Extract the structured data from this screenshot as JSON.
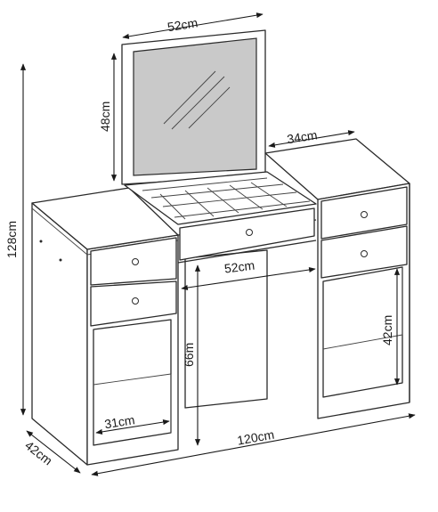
{
  "dimensions": {
    "mirror_width": "52cm",
    "mirror_height": "48cm",
    "side_cabinet_width": "34cm",
    "total_height": "128cm",
    "center_drawer_width": "52cm",
    "knee_height": "66m",
    "shelf_height": "42cm",
    "niche_width": "31cm",
    "total_width": "120cm",
    "depth": "42cm"
  }
}
